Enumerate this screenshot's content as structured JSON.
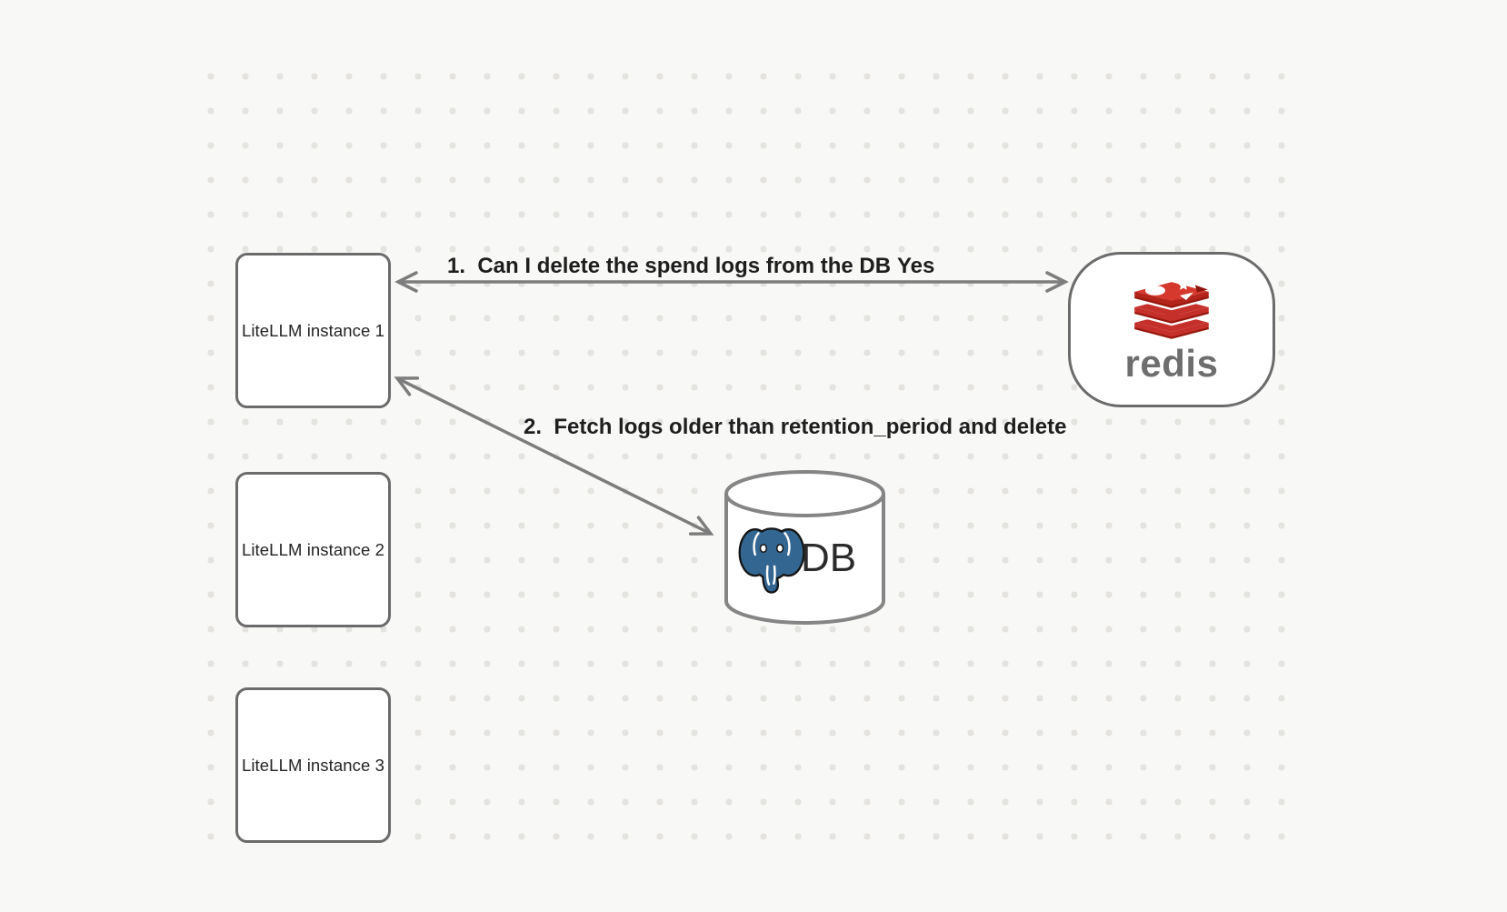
{
  "diagram": {
    "instances": [
      {
        "label": "LiteLLM instance 1"
      },
      {
        "label": "LiteLLM instance 2"
      },
      {
        "label": "LiteLLM instance 3"
      }
    ],
    "redis": {
      "wordmark": "redis"
    },
    "database": {
      "label": "DB"
    },
    "arrows": [
      {
        "label": "1.  Can I delete the spend logs from the DB",
        "answer": "Yes",
        "direction": "bidirectional",
        "from": "Redis",
        "to": "LiteLLM instance 1"
      },
      {
        "label": "2.  Fetch logs older than retention_period and delete",
        "direction": "bidirectional",
        "from": "LiteLLM instance 1",
        "to": "DB"
      }
    ],
    "colors": {
      "background": "#f8f8f7",
      "grid_dot": "#e4e3e0",
      "shape_border": "#6b6b6b",
      "arrow": "#7d7d7d",
      "label_text": "#1e1e1e",
      "redis_red": "#c6302b",
      "redis_dark_red": "#a41e11",
      "redis_wordmark_gray": "#6e6e6e",
      "postgres_blue": "#336791"
    }
  }
}
